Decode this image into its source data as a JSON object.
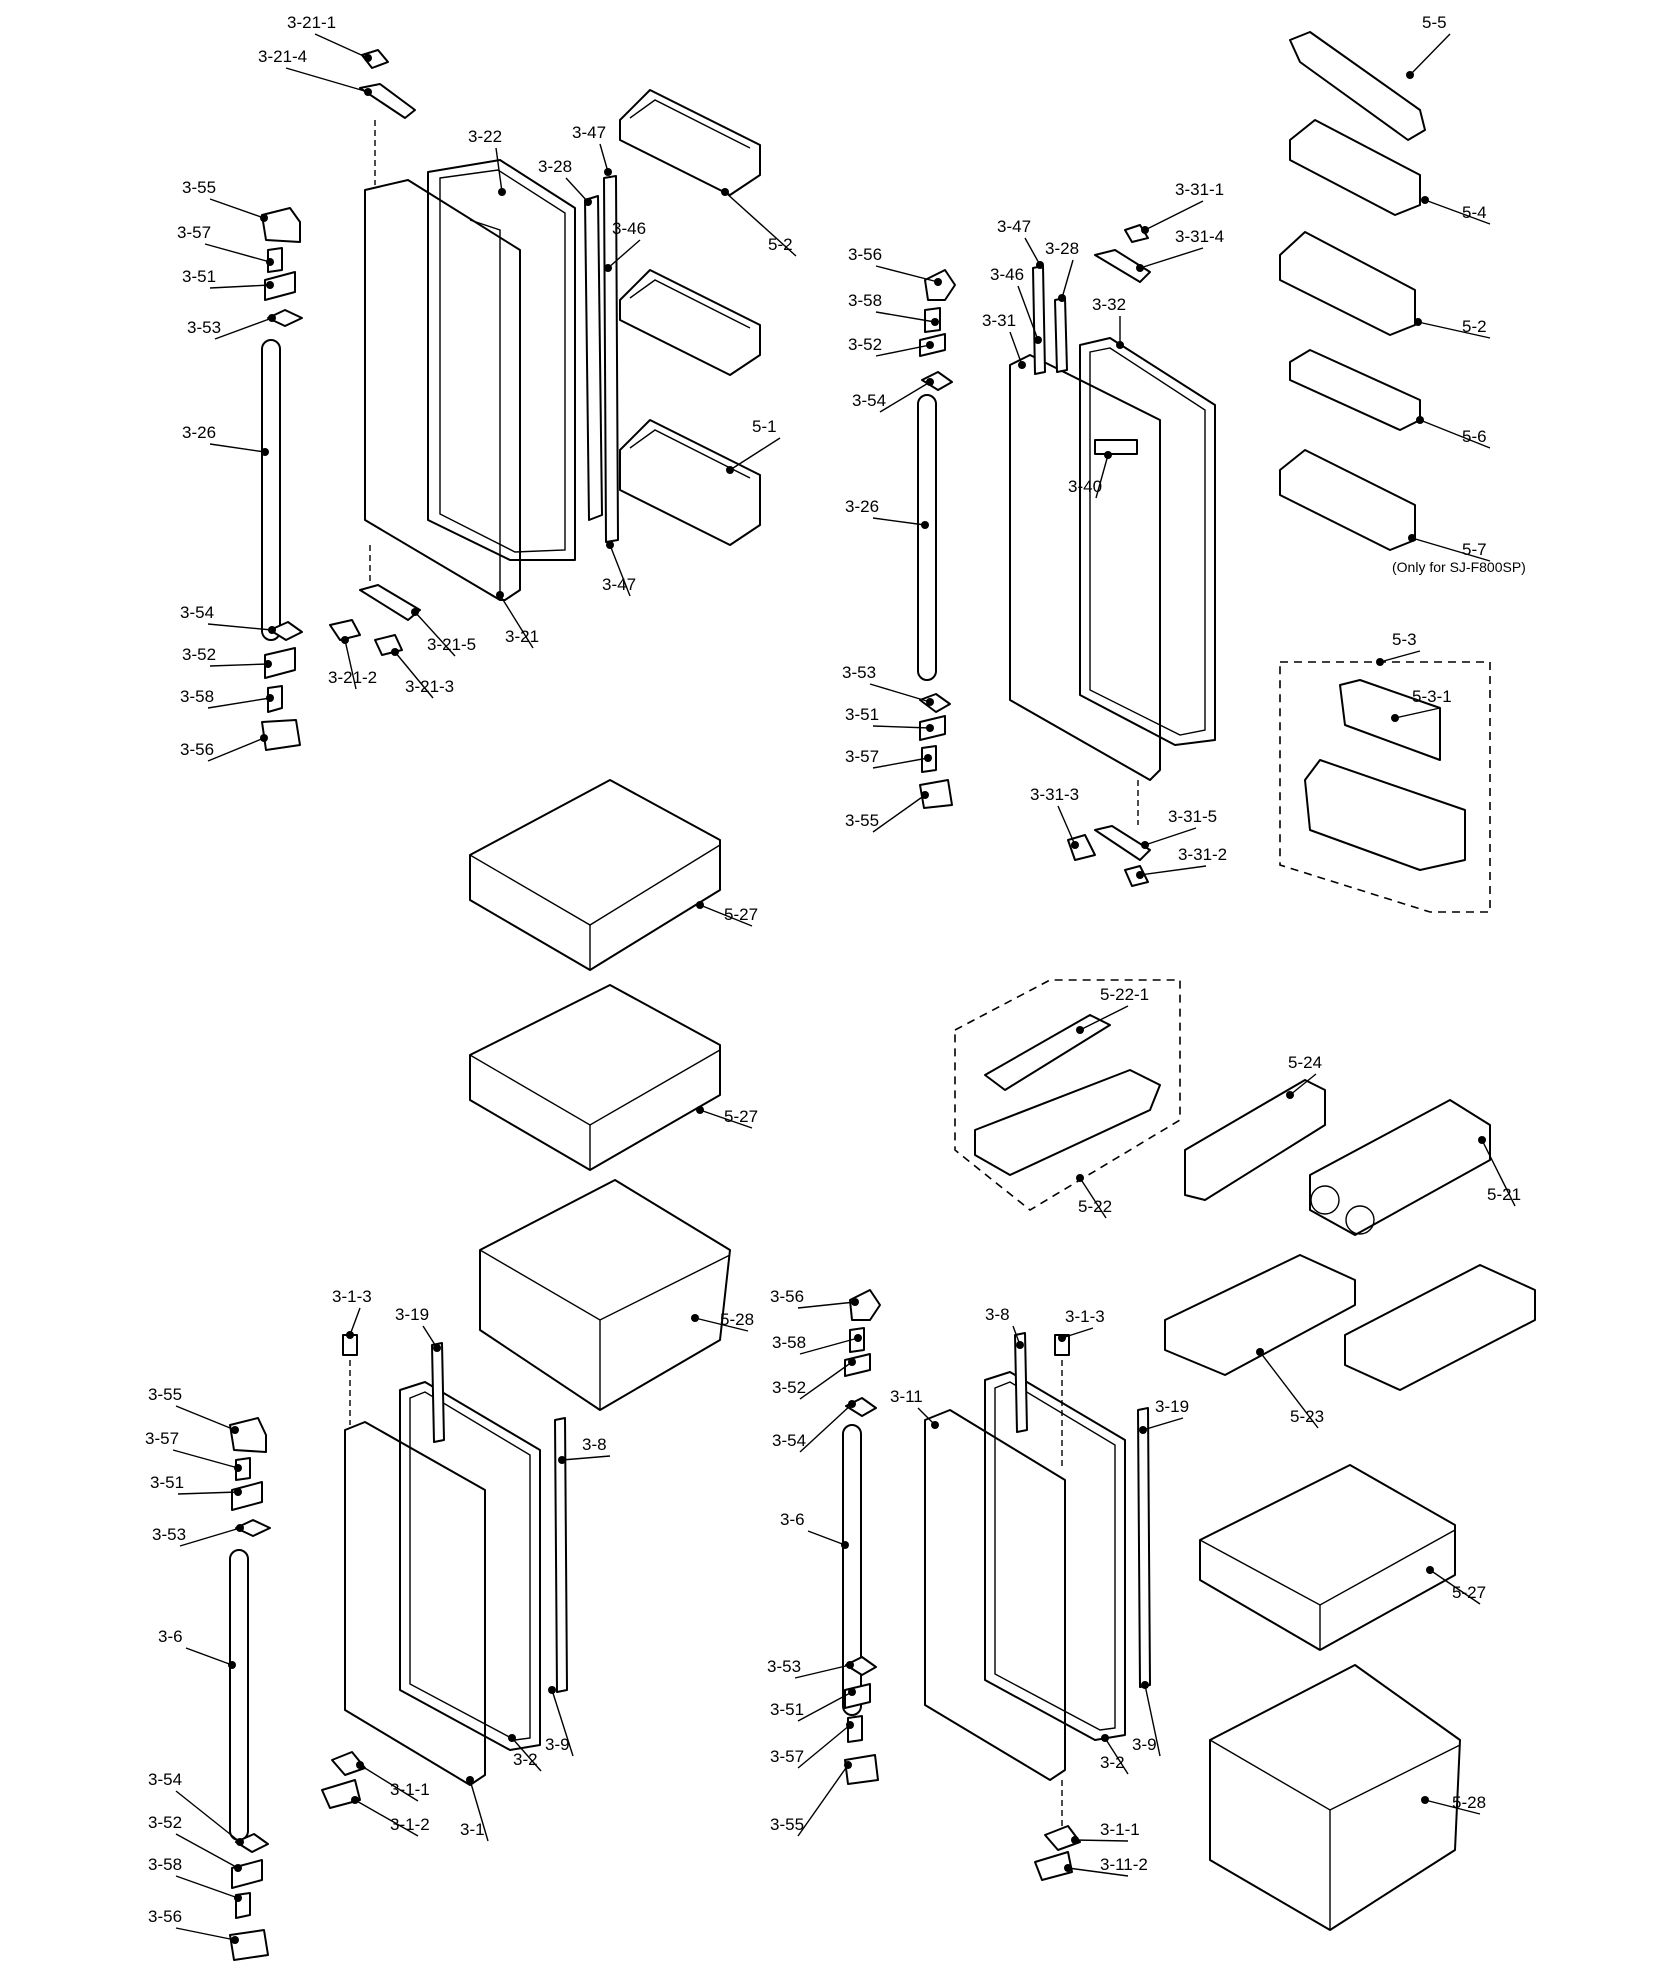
{
  "diagram": {
    "labels": [
      {
        "id": "3-21-1",
        "text": "3-21-1"
      },
      {
        "id": "3-21-4",
        "text": "3-21-4"
      },
      {
        "id": "3-22",
        "text": "3-22"
      },
      {
        "id": "3-47a",
        "text": "3-47"
      },
      {
        "id": "3-28a",
        "text": "3-28"
      },
      {
        "id": "3-46a",
        "text": "3-46"
      },
      {
        "id": "5-2a",
        "text": "5-2"
      },
      {
        "id": "3-55a",
        "text": "3-55"
      },
      {
        "id": "3-57a",
        "text": "3-57"
      },
      {
        "id": "3-51a",
        "text": "3-51"
      },
      {
        "id": "3-53a",
        "text": "3-53"
      },
      {
        "id": "3-26a",
        "text": "3-26"
      },
      {
        "id": "5-1",
        "text": "5-1"
      },
      {
        "id": "3-47b",
        "text": "3-47"
      },
      {
        "id": "3-54a",
        "text": "3-54"
      },
      {
        "id": "3-52a",
        "text": "3-52"
      },
      {
        "id": "3-58a",
        "text": "3-58"
      },
      {
        "id": "3-56a",
        "text": "3-56"
      },
      {
        "id": "3-21",
        "text": "3-21"
      },
      {
        "id": "3-21-5",
        "text": "3-21-5"
      },
      {
        "id": "3-21-2",
        "text": "3-21-2"
      },
      {
        "id": "3-21-3",
        "text": "3-21-3"
      },
      {
        "id": "5-5",
        "text": "5-5"
      },
      {
        "id": "5-4",
        "text": "5-4"
      },
      {
        "id": "5-2b",
        "text": "5-2"
      },
      {
        "id": "5-6",
        "text": "5-6"
      },
      {
        "id": "5-7",
        "text": "5-7"
      },
      {
        "id": "3-31-1",
        "text": "3-31-1"
      },
      {
        "id": "3-31-4",
        "text": "3-31-4"
      },
      {
        "id": "3-47c",
        "text": "3-47"
      },
      {
        "id": "3-28b",
        "text": "3-28"
      },
      {
        "id": "3-56b",
        "text": "3-56"
      },
      {
        "id": "3-46b",
        "text": "3-46"
      },
      {
        "id": "3-32",
        "text": "3-32"
      },
      {
        "id": "3-58b",
        "text": "3-58"
      },
      {
        "id": "3-31",
        "text": "3-31"
      },
      {
        "id": "3-52b",
        "text": "3-52"
      },
      {
        "id": "3-54b",
        "text": "3-54"
      },
      {
        "id": "3-40",
        "text": "3-40"
      },
      {
        "id": "3-26b",
        "text": "3-26"
      },
      {
        "id": "3-53b",
        "text": "3-53"
      },
      {
        "id": "3-51b",
        "text": "3-51"
      },
      {
        "id": "3-57b",
        "text": "3-57"
      },
      {
        "id": "3-55b",
        "text": "3-55"
      },
      {
        "id": "3-31-3",
        "text": "3-31-3"
      },
      {
        "id": "3-31-5",
        "text": "3-31-5"
      },
      {
        "id": "3-31-2",
        "text": "3-31-2"
      },
      {
        "id": "5-3",
        "text": "5-3"
      },
      {
        "id": "5-3-1",
        "text": "5-3-1"
      },
      {
        "id": "5-27a",
        "text": "5-27"
      },
      {
        "id": "5-27b",
        "text": "5-27"
      },
      {
        "id": "5-22-1",
        "text": "5-22-1"
      },
      {
        "id": "5-24",
        "text": "5-24"
      },
      {
        "id": "5-21",
        "text": "5-21"
      },
      {
        "id": "5-22",
        "text": "5-22"
      },
      {
        "id": "5-28a",
        "text": "5-28"
      },
      {
        "id": "3-1-3a",
        "text": "3-1-3"
      },
      {
        "id": "3-19a",
        "text": "3-19"
      },
      {
        "id": "3-55c",
        "text": "3-55"
      },
      {
        "id": "3-8a",
        "text": "3-8"
      },
      {
        "id": "3-57c",
        "text": "3-57"
      },
      {
        "id": "3-51c",
        "text": "3-51"
      },
      {
        "id": "3-53c",
        "text": "3-53"
      },
      {
        "id": "3-6a",
        "text": "3-6"
      },
      {
        "id": "3-9a",
        "text": "3-9"
      },
      {
        "id": "3-2a",
        "text": "3-2"
      },
      {
        "id": "3-1-1a",
        "text": "3-1-1"
      },
      {
        "id": "3-1-2",
        "text": "3-1-2"
      },
      {
        "id": "3-1",
        "text": "3-1"
      },
      {
        "id": "3-54c",
        "text": "3-54"
      },
      {
        "id": "3-52c",
        "text": "3-52"
      },
      {
        "id": "3-58c",
        "text": "3-58"
      },
      {
        "id": "3-56c",
        "text": "3-56"
      },
      {
        "id": "3-56d",
        "text": "3-56"
      },
      {
        "id": "3-58d",
        "text": "3-58"
      },
      {
        "id": "3-52d",
        "text": "3-52"
      },
      {
        "id": "3-54d",
        "text": "3-54"
      },
      {
        "id": "3-6b",
        "text": "3-6"
      },
      {
        "id": "3-53d",
        "text": "3-53"
      },
      {
        "id": "3-51d",
        "text": "3-51"
      },
      {
        "id": "3-57d",
        "text": "3-57"
      },
      {
        "id": "3-55d",
        "text": "3-55"
      },
      {
        "id": "3-8b",
        "text": "3-8"
      },
      {
        "id": "3-1-3b",
        "text": "3-1-3"
      },
      {
        "id": "3-11",
        "text": "3-11"
      },
      {
        "id": "3-19b",
        "text": "3-19"
      },
      {
        "id": "5-23",
        "text": "5-23"
      },
      {
        "id": "5-27c",
        "text": "5-27"
      },
      {
        "id": "3-9b",
        "text": "3-9"
      },
      {
        "id": "3-2b",
        "text": "3-2"
      },
      {
        "id": "5-28b",
        "text": "5-28"
      },
      {
        "id": "3-1-1b",
        "text": "3-1-1"
      },
      {
        "id": "3-11-2",
        "text": "3-11-2"
      }
    ],
    "note": "(Only for SJ-F800SP)"
  }
}
